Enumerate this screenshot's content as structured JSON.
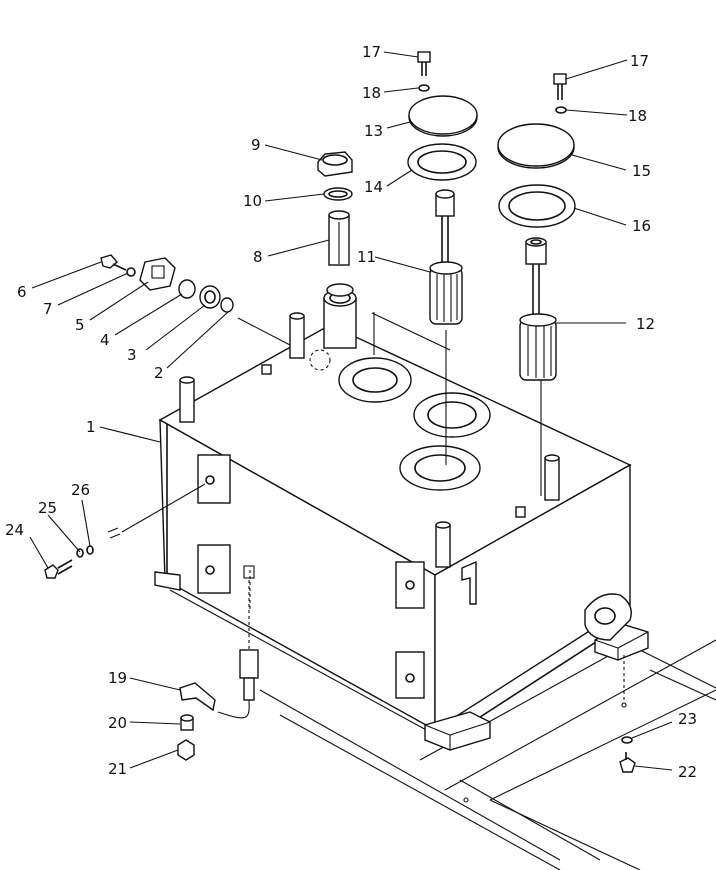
{
  "callouts": [
    {
      "id": "c1",
      "text": "1"
    },
    {
      "id": "c2",
      "text": "2"
    },
    {
      "id": "c3",
      "text": "3"
    },
    {
      "id": "c4",
      "text": "4"
    },
    {
      "id": "c5",
      "text": "5"
    },
    {
      "id": "c6",
      "text": "6"
    },
    {
      "id": "c7",
      "text": "7"
    },
    {
      "id": "c8",
      "text": "8"
    },
    {
      "id": "c9",
      "text": "9"
    },
    {
      "id": "c10",
      "text": "10"
    },
    {
      "id": "c11",
      "text": "11"
    },
    {
      "id": "c12",
      "text": "12"
    },
    {
      "id": "c13",
      "text": "13"
    },
    {
      "id": "c14",
      "text": "14"
    },
    {
      "id": "c15",
      "text": "15"
    },
    {
      "id": "c16",
      "text": "16"
    },
    {
      "id": "c17a",
      "text": "17"
    },
    {
      "id": "c17b",
      "text": "17"
    },
    {
      "id": "c18a",
      "text": "18"
    },
    {
      "id": "c18b",
      "text": "18"
    },
    {
      "id": "c19",
      "text": "19"
    },
    {
      "id": "c20",
      "text": "20"
    },
    {
      "id": "c21",
      "text": "21"
    },
    {
      "id": "c22",
      "text": "22"
    },
    {
      "id": "c23",
      "text": "23"
    },
    {
      "id": "c24",
      "text": "24"
    },
    {
      "id": "c25",
      "text": "25"
    },
    {
      "id": "c26",
      "text": "26"
    }
  ]
}
